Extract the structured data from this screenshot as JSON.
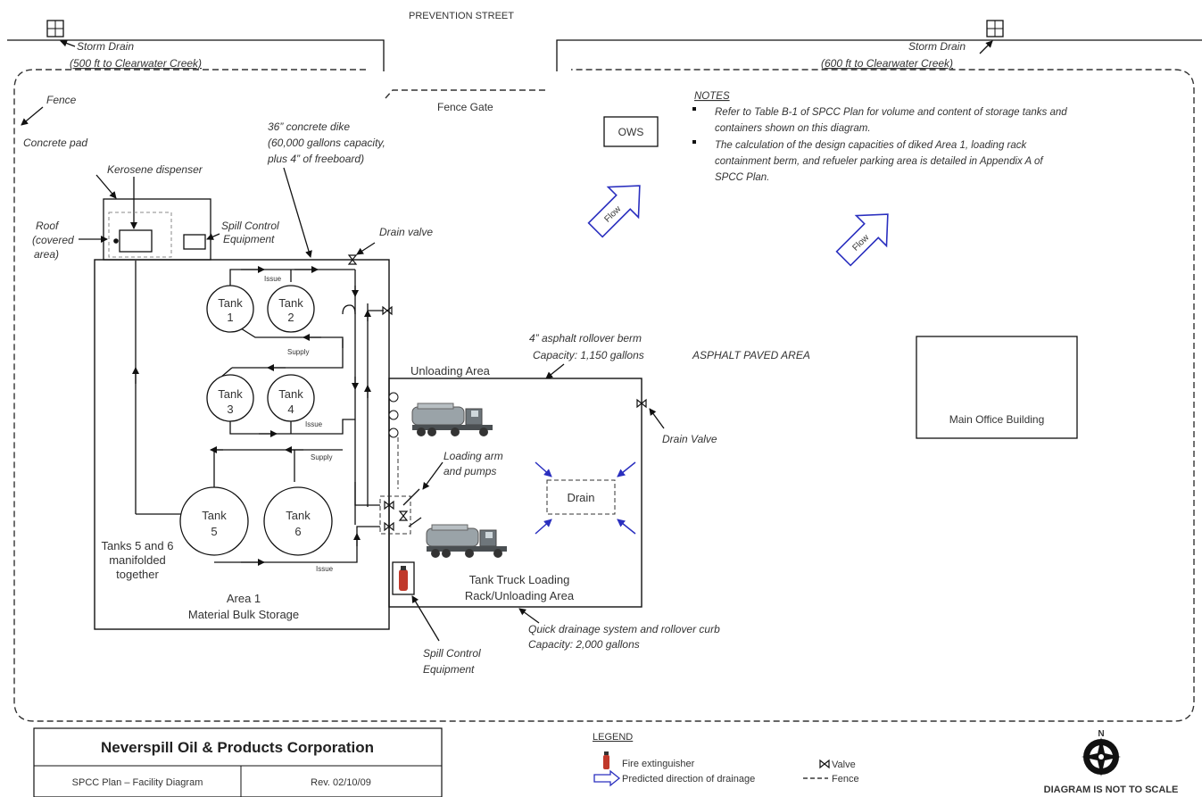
{
  "street": "PREVENTION STREET",
  "storm_drain_left": {
    "label": "Storm Drain",
    "sub": "(500 ft to Clearwater Creek)"
  },
  "storm_drain_right": {
    "label": "Storm Drain",
    "sub": "(600 ft to Clearwater Creek)"
  },
  "fence_label": "Fence",
  "fence_gate": "Fence Gate",
  "concrete_pad": "Concrete pad",
  "kerosene_dispenser": "Kerosene dispenser",
  "roof": [
    "Roof",
    "(covered",
    "area)"
  ],
  "spill_control_top": [
    "Spill Control",
    "Equipment"
  ],
  "dike": [
    "36” concrete dike",
    "(60,000 gallons capacity,",
    "plus 4” of freeboard)"
  ],
  "drain_valve_top": "Drain valve",
  "ows": "OWS",
  "flow": "Flow",
  "notes": {
    "heading": "NOTES",
    "items": [
      [
        "Refer to Table B-1 of SPCC Plan for volume and content of storage tanks and",
        "containers shown on this diagram."
      ],
      [
        "The calculation of the design capacities of diked Area 1, loading rack",
        "containment berm, and refueler parking area  is detailed in Appendix A of",
        "SPCC Plan."
      ]
    ]
  },
  "tanks": {
    "t1": [
      "Tank",
      "1"
    ],
    "t2": [
      "Tank",
      "2"
    ],
    "t3": [
      "Tank",
      "3"
    ],
    "t4": [
      "Tank",
      "4"
    ],
    "t5": [
      "Tank",
      "5"
    ],
    "t6": [
      "Tank",
      "6"
    ]
  },
  "issue": "Issue",
  "supply": "Supply",
  "tanks56": [
    "Tanks 5 and 6",
    "manifolded",
    "together"
  ],
  "area1": [
    "Area 1",
    "Material Bulk Storage"
  ],
  "berm": [
    "4” asphalt rollover berm",
    "Capacity: 1,150 gallons"
  ],
  "asphalt": "ASPHALT PAVED AREA",
  "unloading_area": "Unloading Area",
  "drain_valve_right": "Drain Valve",
  "loading_arm": [
    "Loading arm",
    "and pumps"
  ],
  "drain": "Drain",
  "tank_truck": [
    "Tank Truck Loading",
    "Rack/Unloading Area"
  ],
  "spill_control_bottom": [
    "Spill Control",
    "Equipment"
  ],
  "quick_drainage": [
    "Quick drainage system and rollover curb",
    "Capacity: 2,000 gallons"
  ],
  "main_office": "Main Office Building",
  "title_block": {
    "company": "Neverspill Oil & Products Corporation",
    "doc": "SPCC Plan – Facility Diagram",
    "rev": "Rev. 02/10/09"
  },
  "legend": {
    "heading": "LEGEND",
    "fire": "Fire extinguisher",
    "valve": "Valve",
    "drainage": "Predicted direction of drainage",
    "fence": "Fence"
  },
  "north": "N",
  "not_to_scale": "DIAGRAM IS NOT TO SCALE",
  "colors": {
    "flow_arrow": "#2a2fbf",
    "extinguisher": "#c0392b"
  }
}
